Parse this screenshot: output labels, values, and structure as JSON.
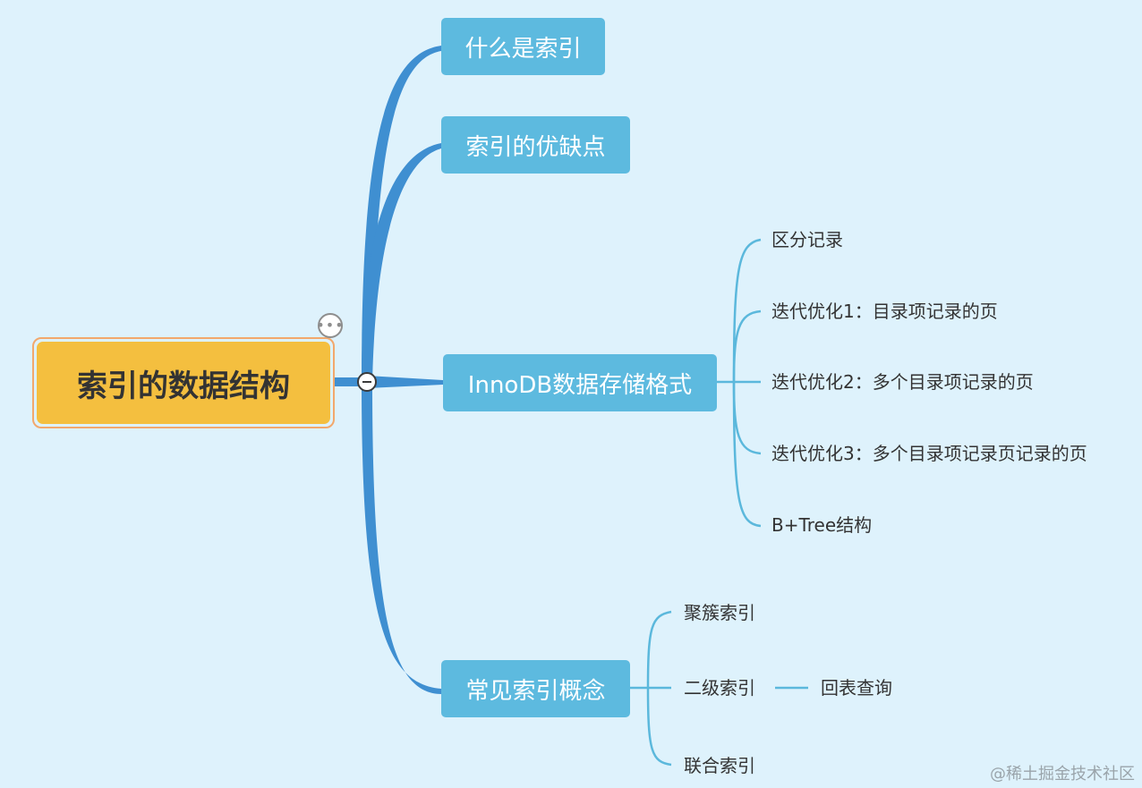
{
  "root": {
    "label": "索引的数据结构"
  },
  "topics": [
    {
      "label": "什么是索引"
    },
    {
      "label": "索引的优缺点"
    },
    {
      "label": "InnoDB数据存储格式",
      "children": [
        {
          "label": "区分记录"
        },
        {
          "label": "迭代优化1：目录项记录的页"
        },
        {
          "label": "迭代优化2：多个目录项记录的页"
        },
        {
          "label": "迭代优化3：多个目录项记录页记录的页"
        },
        {
          "label": "B+Tree结构"
        }
      ]
    },
    {
      "label": "常见索引概念",
      "children": [
        {
          "label": "聚簇索引"
        },
        {
          "label": "二级索引",
          "children": [
            {
              "label": "回表查询"
            }
          ]
        },
        {
          "label": "联合索引"
        }
      ]
    }
  ],
  "watermark": "@稀土掘金技术社区",
  "icons": {
    "comment": "comment-icon",
    "collapse": "collapse-minus-icon"
  },
  "colors": {
    "background": "#def2fc",
    "root_fill": "#f4bf3f",
    "root_border": "#f2a86c",
    "topic_fill": "#5dbadf",
    "main_branch": "#3f8fd1",
    "sub_branch": "#5bb8dc"
  }
}
